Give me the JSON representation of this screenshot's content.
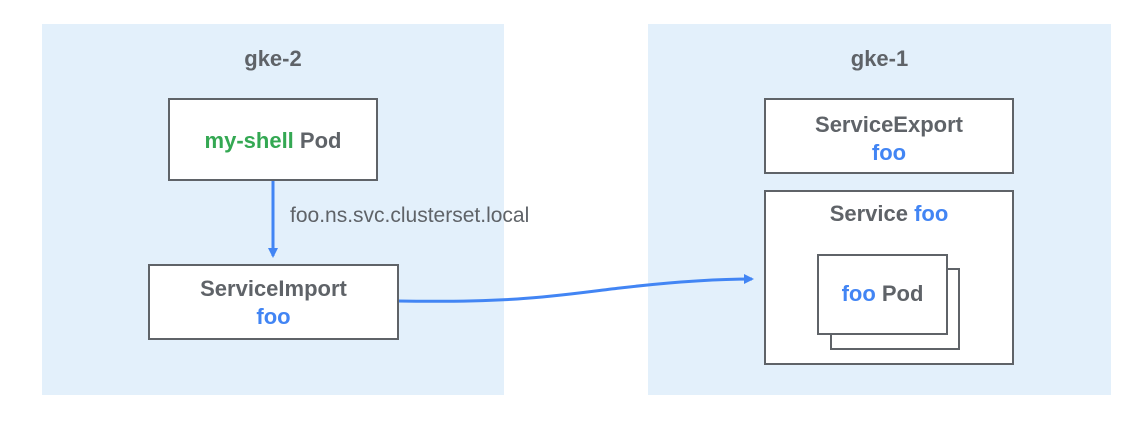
{
  "clusters": {
    "left": {
      "title": "gke-2"
    },
    "right": {
      "title": "gke-1"
    }
  },
  "pod": {
    "name": "my-shell",
    "suffix": " Pod"
  },
  "service_import": {
    "kind": "ServiceImport",
    "name": "foo"
  },
  "service_export": {
    "kind": "ServiceExport",
    "name": "foo"
  },
  "service": {
    "kind": "Service ",
    "name": "foo"
  },
  "backend_pod": {
    "name": "foo",
    "suffix": " Pod"
  },
  "dns_label": "foo.ns.svc.clusterset.local",
  "colors": {
    "cluster_bg": "#e3f0fb",
    "box_border": "#5f6368",
    "text": "#5f6368",
    "accent_blue": "#4285f4",
    "accent_green": "#34a853"
  }
}
